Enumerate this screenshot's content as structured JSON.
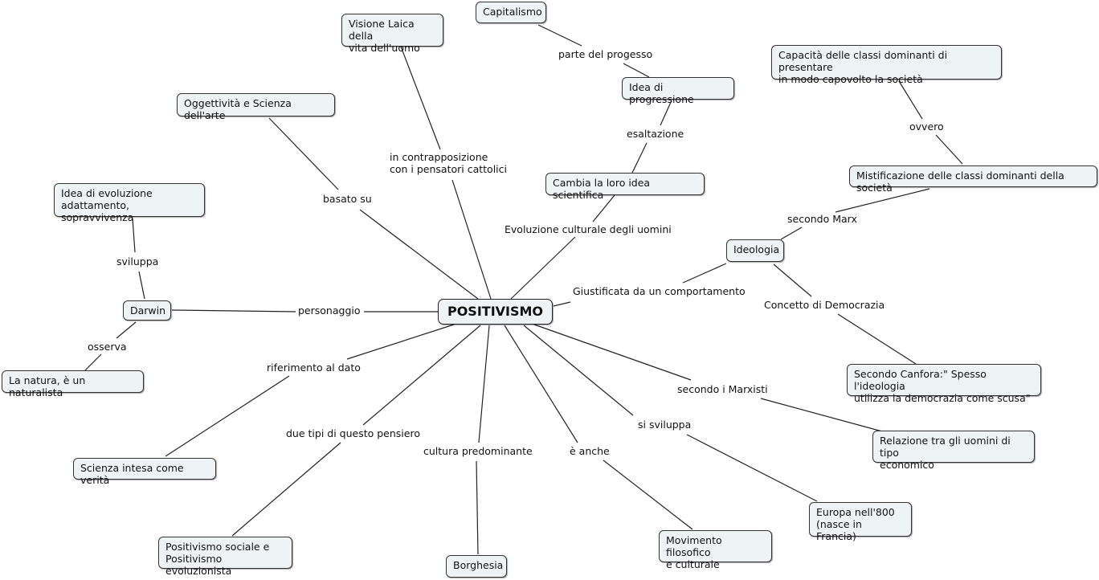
{
  "root": {
    "label": "POSITIVISMO"
  },
  "nodes": {
    "capitalismo": "Capitalismo",
    "visione_laica": "Visione Laica della\nvita dell'uomo",
    "capacita": "Capacità delle classi dominanti di presentare\nin modo capovolto la società",
    "idea_progressione": "Idea di progressione",
    "oggettivita": "Oggettività e Scienza dell'arte",
    "cambia_idea": "Cambia la loro idea scientifica",
    "mistificazione": "Mistificazione delle classi dominanti della società",
    "idea_evoluzione": "Idea di evoluzione\nadattamento, sopravvivenza",
    "ideologia": "Ideologia",
    "darwin": "Darwin",
    "natura": "La natura, è un naturalista",
    "secondo_canfora": "Secondo Canfora:\" Spesso l'ideologia\nutilizza la democrazia come scusa\"",
    "relazione": "Relazione tra gli uomini di tipo\neconomico",
    "scienza_verita": "Scienza intesa come verità",
    "europa": "Europa nell'800\n(nasce in Francia)",
    "movimento": "Movimento filosofico\ne culturale",
    "positivismo_sociale": "Positivismo sociale e\nPositivismo evoluzionista",
    "borghesia": "Borghesia"
  },
  "links": {
    "parte_progesso": "parte del progesso",
    "ovvero": "ovvero",
    "esaltazione": "esaltazione",
    "contrapposizione": "in contrapposizione\ncon i pensatori cattolici",
    "basato_su": "basato su",
    "secondo_marx": "secondo Marx",
    "evoluzione_culturale": "Evoluzione culturale degli uomini",
    "sviluppa": "sviluppa",
    "giustificata": "Giustificata da un comportamento",
    "personaggio": "personaggio",
    "concetto_democrazia": "Concetto di Democrazia",
    "osserva": "osserva",
    "riferimento": "riferimento al dato",
    "secondo_marxisti": "secondo i Marxisti",
    "si_sviluppa": "si sviluppa",
    "due_tipi": "due tipi di questo pensiero",
    "cultura_predominante": "cultura predominante",
    "e_anche": "è anche"
  },
  "colors": {
    "node_fill": "#eef3f6",
    "border": "#333333",
    "line": "#222222"
  }
}
